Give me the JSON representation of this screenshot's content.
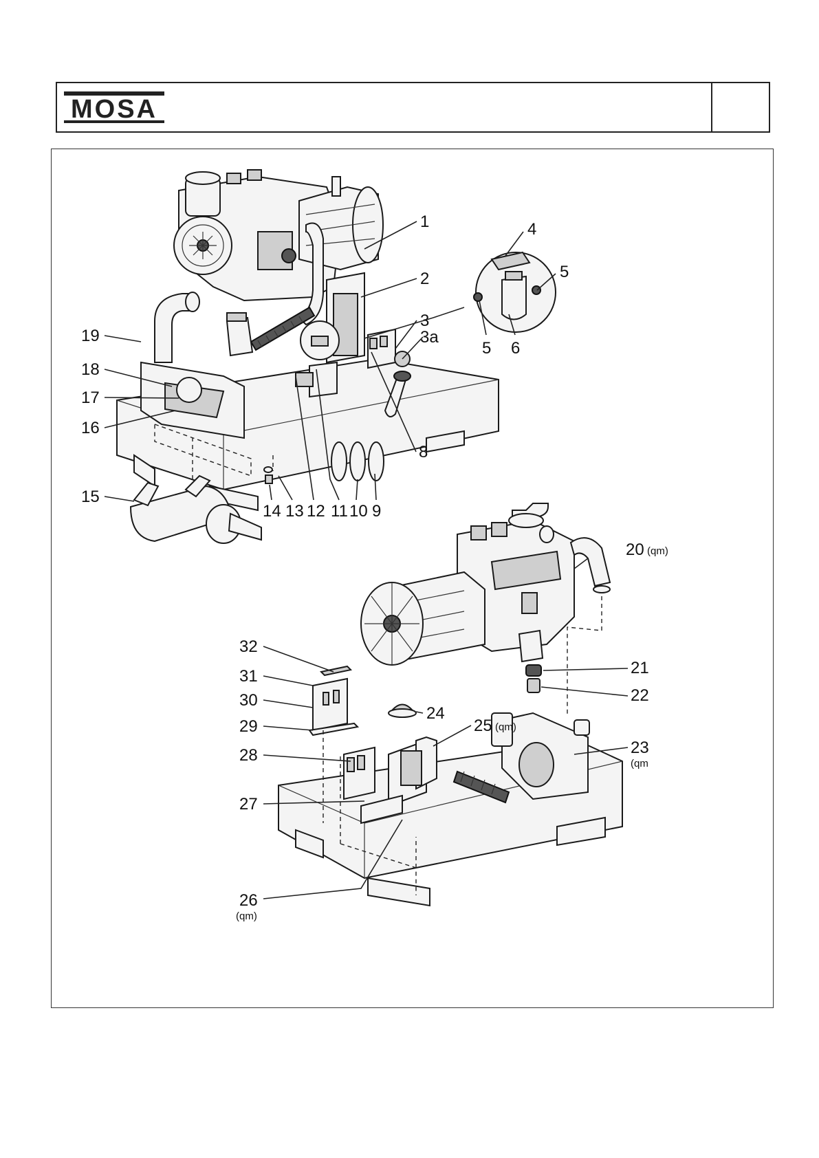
{
  "header": {
    "brand": "MOSA"
  },
  "callouts": [
    {
      "id": "c1",
      "label": "1",
      "sub": ""
    },
    {
      "id": "c2",
      "label": "2",
      "sub": ""
    },
    {
      "id": "c3",
      "label": "3",
      "sub": ""
    },
    {
      "id": "c3a",
      "label": "3a",
      "sub": ""
    },
    {
      "id": "c4",
      "label": "4",
      "sub": ""
    },
    {
      "id": "c5a",
      "label": "5",
      "sub": ""
    },
    {
      "id": "c5b",
      "label": "5",
      "sub": ""
    },
    {
      "id": "c6",
      "label": "6",
      "sub": ""
    },
    {
      "id": "c8",
      "label": "8",
      "sub": ""
    },
    {
      "id": "c9",
      "label": "9",
      "sub": ""
    },
    {
      "id": "c10",
      "label": "10",
      "sub": ""
    },
    {
      "id": "c11",
      "label": "11",
      "sub": ""
    },
    {
      "id": "c12",
      "label": "12",
      "sub": ""
    },
    {
      "id": "c13",
      "label": "13",
      "sub": ""
    },
    {
      "id": "c14",
      "label": "14",
      "sub": ""
    },
    {
      "id": "c15",
      "label": "15",
      "sub": ""
    },
    {
      "id": "c16",
      "label": "16",
      "sub": ""
    },
    {
      "id": "c17",
      "label": "17",
      "sub": ""
    },
    {
      "id": "c18",
      "label": "18",
      "sub": ""
    },
    {
      "id": "c19",
      "label": "19",
      "sub": ""
    },
    {
      "id": "c20",
      "label": "20",
      "sub": "(qm)"
    },
    {
      "id": "c21",
      "label": "21",
      "sub": ""
    },
    {
      "id": "c22",
      "label": "22",
      "sub": ""
    },
    {
      "id": "c23",
      "label": "23",
      "sub": "(qm"
    },
    {
      "id": "c24",
      "label": "24",
      "sub": ""
    },
    {
      "id": "c25",
      "label": "25",
      "sub": "(qm)"
    },
    {
      "id": "c26",
      "label": "26",
      "sub": "(qm)"
    },
    {
      "id": "c27",
      "label": "27",
      "sub": ""
    },
    {
      "id": "c28",
      "label": "28",
      "sub": ""
    },
    {
      "id": "c29",
      "label": "29",
      "sub": ""
    },
    {
      "id": "c30",
      "label": "30",
      "sub": ""
    },
    {
      "id": "c31",
      "label": "31",
      "sub": ""
    },
    {
      "id": "c32",
      "label": "32",
      "sub": ""
    }
  ]
}
